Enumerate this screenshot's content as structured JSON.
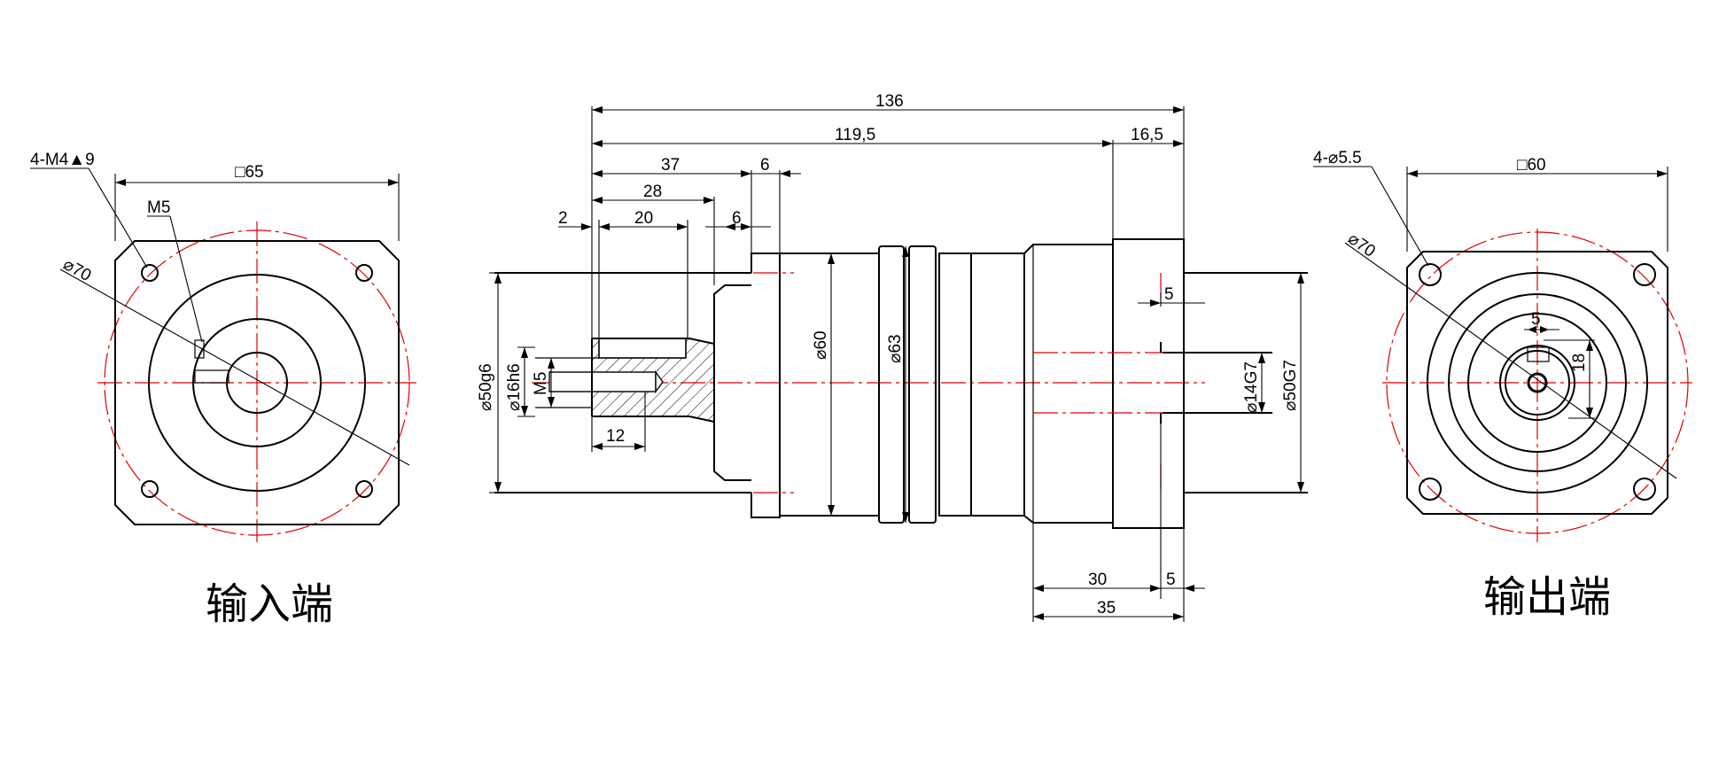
{
  "views": {
    "input": {
      "caption": "输入端",
      "hole_callout": "4-M4▲9",
      "square_dim": "□65",
      "pcd_dim": "⌀70",
      "tap_dim": "M5"
    },
    "side": {
      "overall_length": "136",
      "body_length": "119,5",
      "shaft_length": "16,5",
      "input_depth_37": "37",
      "input_6a": "6",
      "input_28": "28",
      "input_2": "2",
      "input_20": "20",
      "input_6b": "6",
      "input_12": "12",
      "dia_50g6": "⌀50g6",
      "dia_16h6": "⌀16h6",
      "tap_m5": "M5",
      "dia_60": "⌀60",
      "dia_63": "⌀63",
      "key_5": "5",
      "dia_14g7": "⌀14G7",
      "dia_50g7": "⌀50G7",
      "len_30": "30",
      "len_5": "5",
      "len_35": "35"
    },
    "output": {
      "caption": "输出端",
      "hole_callout": "4-⌀5.5",
      "square_dim": "□60",
      "pcd_dim": "⌀70",
      "key_width": "5",
      "key_height": "18"
    }
  }
}
